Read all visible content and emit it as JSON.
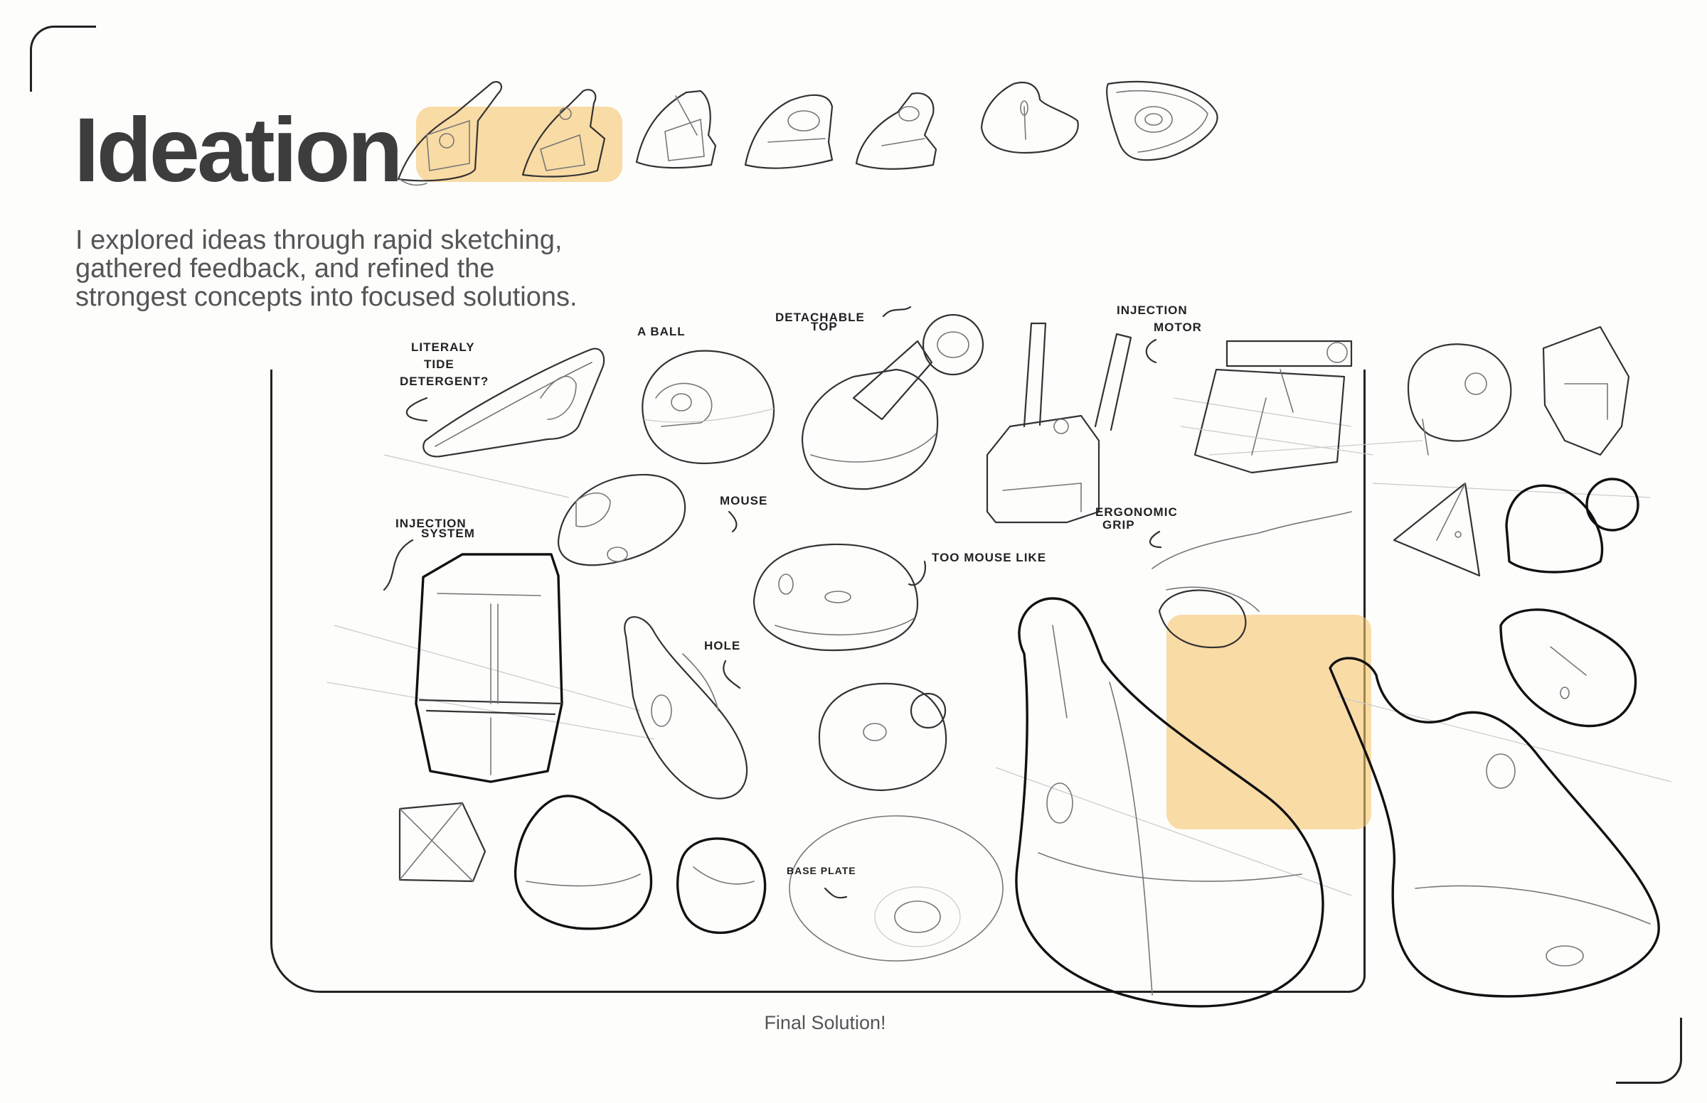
{
  "heading": "Ideation",
  "description": "I explored ideas through rapid sketching, gathered feedback, and refined the strongest concepts into focused solutions.",
  "caption": "Final Solution!",
  "colors": {
    "highlight": "#f6c46a",
    "ink": "#222222",
    "text": "#555555"
  },
  "sketch_labels": {
    "l1": "LITERALY",
    "l2": "TIDE",
    "l3": "DETERGENT?",
    "ball": "A BALL",
    "detach1": "DETACHABLE",
    "detach2": "TOP",
    "inj_motor1": "INJECTION",
    "inj_motor2": "MOTOR",
    "mouse": "MOUSE",
    "inj_sys1": "INJECTION",
    "inj_sys2": "SYSTEM",
    "too_mouse": "TOO MOUSE LIKE",
    "ergo1": "ERGONOMIC",
    "ergo2": "GRIP",
    "hole": "HOLE",
    "base_plate": "BASE PLATE"
  }
}
